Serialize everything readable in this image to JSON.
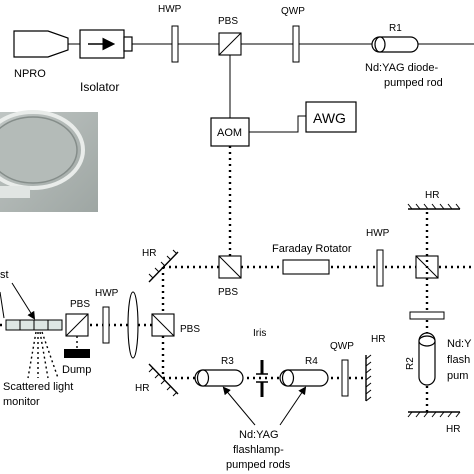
{
  "labels": {
    "hwp_top": "HWP",
    "pbs_top": "PBS",
    "qwp_top": "QWP",
    "r1": "R1",
    "npro": "NPRO",
    "isolator": "Isolator",
    "r1_desc_line1": "Nd:YAG diode-",
    "r1_desc_line2": "pumped rod",
    "aom": "AOM",
    "awg": "AWG",
    "hr_right_top": "HR",
    "hr_mid_left": "HR",
    "faraday": "Faraday Rotator",
    "hwp_mid": "HWP",
    "pbs_mid": "PBS",
    "st_fragment": "st",
    "pbs_left": "PBS",
    "hwp_left": "HWP",
    "pbs_center": "PBS",
    "dump": "Dump",
    "iris": "Iris",
    "qwp_bottom": "QWP",
    "hr_bottom": "HR",
    "hr_bottom_left": "HR",
    "r3": "R3",
    "r4": "R4",
    "r2": "R2",
    "ndyag_right_1": "Nd:Y",
    "ndyag_right_2": "flash",
    "ndyag_right_3": "pum",
    "scattered_line1": "Scattered light",
    "scattered_line2": "monitor",
    "flash_line1": "Nd:YAG",
    "flash_line2": "flashlamp-",
    "flash_line3": "pumped rods"
  }
}
